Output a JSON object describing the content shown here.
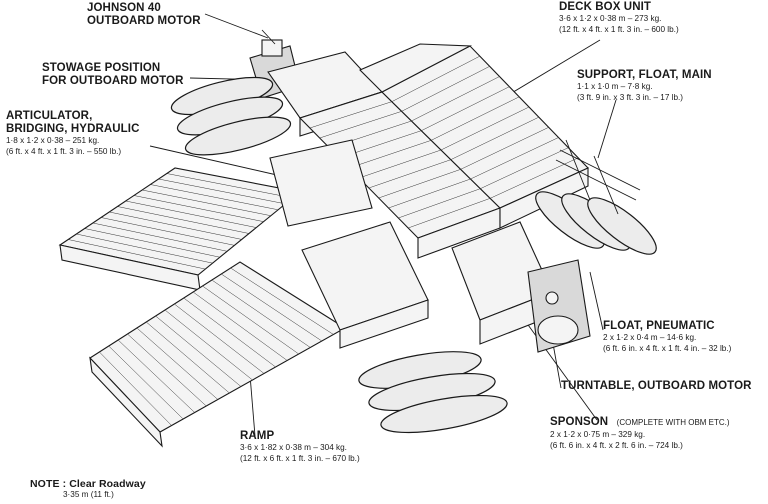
{
  "labels": {
    "johnson": {
      "line1": "JOHNSON 40",
      "line2": "OUTBOARD MOTOR"
    },
    "stowage": {
      "line1": "STOWAGE POSITION",
      "line2": "FOR OUTBOARD MOTOR"
    },
    "articulator": {
      "line1": "ARTICULATOR,",
      "line2": "BRIDGING, HYDRAULIC",
      "spec1": "1·8 x 1·2 x 0·38 – 251 kg.",
      "spec2": "(6 ft. x 4 ft. x 1 ft. 3 in. – 550 lb.)"
    },
    "deckbox": {
      "title": "DECK BOX UNIT",
      "spec1": "3·6 x 1·2 x 0·38 m – 273 kg.",
      "spec2": "(12 ft. x 4 ft. x 1 ft. 3 in. – 600 lb.)"
    },
    "support": {
      "title": "SUPPORT, FLOAT, MAIN",
      "spec1": "1·1 x 1·0 m – 7·8 kg.",
      "spec2": "(3 ft. 9 in. x 3 ft. 3 in. – 17 lb.)"
    },
    "floatpn": {
      "title": "FLOAT, PNEUMATIC",
      "spec1": "2 x 1·2 x 0·4 m – 14·6 kg.",
      "spec2": "(6 ft. 6 in. x 4 ft. x 1 ft. 4 in. – 32 lb.)"
    },
    "turntable": {
      "title": "TURNTABLE, OUTBOARD MOTOR"
    },
    "sponson": {
      "title": "SPONSON",
      "note": "(COMPLETE WITH OBM ETC.)",
      "spec1": "2 x 1·2 x 0·75 m – 329 kg.",
      "spec2": "(6 ft. 6 in. x 4 ft. x 2 ft. 6 in. – 724 lb.)"
    },
    "ramp": {
      "title": "RAMP",
      "spec1": "3·6 x 1·82 x 0·38 m – 304 kg.",
      "spec2": "(12 ft. x 6 ft. x 1 ft. 3 in. – 670 lb.)"
    },
    "note": {
      "title": "NOTE :  Clear Roadway",
      "spec": "3·35 m (11 ft.)"
    }
  }
}
